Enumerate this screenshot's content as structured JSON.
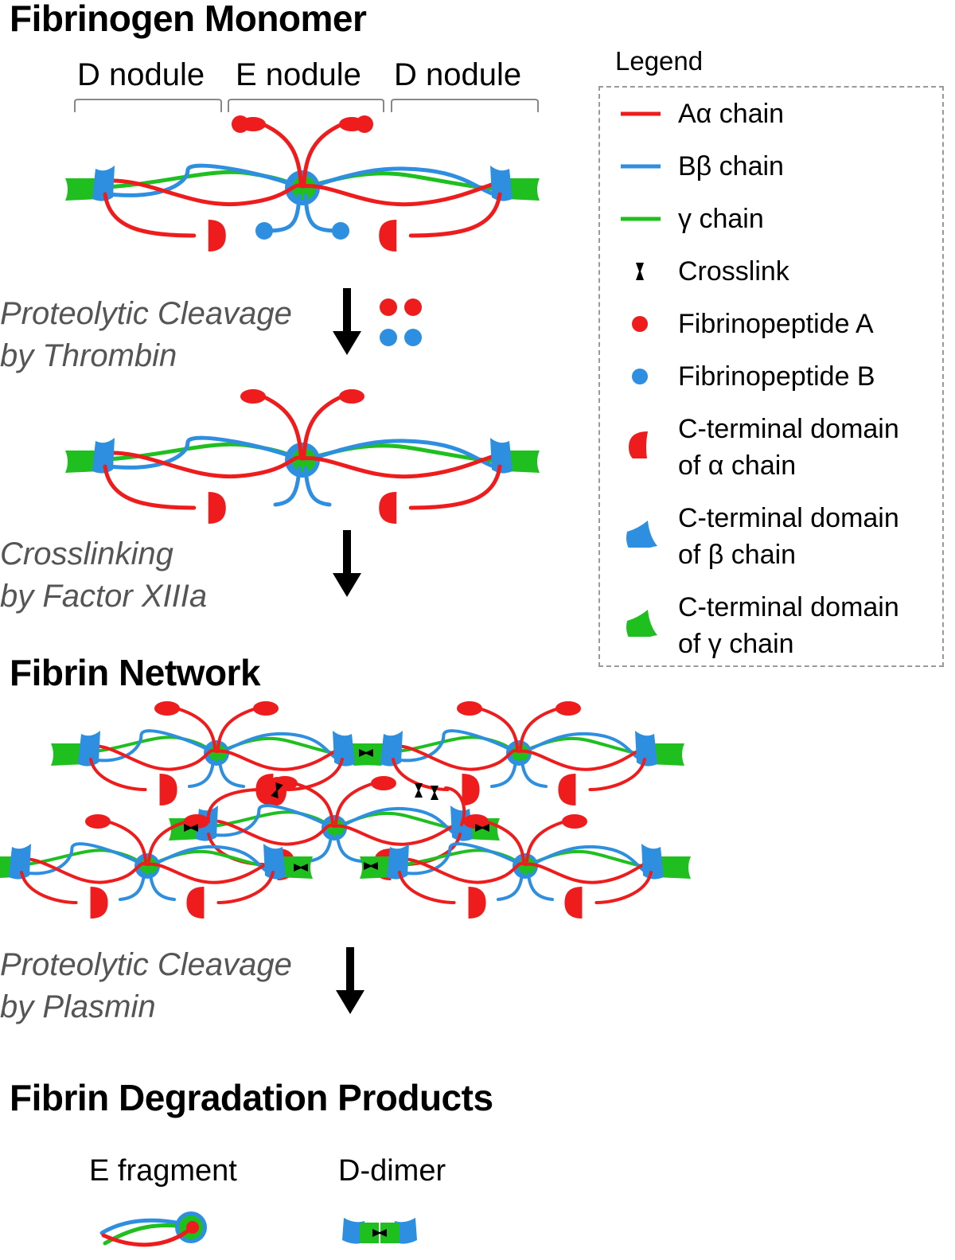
{
  "colors": {
    "alpha": "#ee1c1c",
    "beta": "#2e8fe0",
    "gamma": "#1fbf1f",
    "crosslink": "#000000",
    "arrow": "#000000",
    "legend_border": "#9a9a9a",
    "step_text": "#555555"
  },
  "sections": {
    "monomer_title": "Fibrinogen Monomer",
    "network_title": "Fibrin Network",
    "products_title": "Fibrin Degradation Products"
  },
  "nodules": [
    "D nodule",
    "E nodule",
    "D nodule"
  ],
  "steps": [
    {
      "line1": "Proteolytic Cleavage",
      "line2": "by Thrombin",
      "released": [
        "Fibrinopeptide A",
        "Fibrinopeptide A",
        "Fibrinopeptide B",
        "Fibrinopeptide B"
      ]
    },
    {
      "line1": "Crosslinking",
      "line2": "by Factor XIIIa"
    },
    {
      "line1": "Proteolytic Cleavage",
      "line2": "by Plasmin"
    }
  ],
  "products": [
    {
      "label": "E fragment"
    },
    {
      "label": "D-dimer"
    }
  ],
  "legend": {
    "title": "Legend",
    "items": [
      {
        "symbol": "line-red",
        "lines": [
          "Aα chain"
        ]
      },
      {
        "symbol": "line-blue",
        "lines": [
          "Bβ chain"
        ]
      },
      {
        "symbol": "line-green",
        "lines": [
          "γ chain"
        ]
      },
      {
        "symbol": "crosslink-icon",
        "lines": [
          "Crosslink"
        ]
      },
      {
        "symbol": "dot-red",
        "lines": [
          "Fibrinopeptide A"
        ]
      },
      {
        "symbol": "dot-blue",
        "lines": [
          "Fibrinopeptide B"
        ]
      },
      {
        "symbol": "half-disc-red",
        "lines": [
          "C-terminal domain",
          "of α chain"
        ]
      },
      {
        "symbol": "block-blue",
        "lines": [
          "C-terminal domain",
          "of β chain"
        ]
      },
      {
        "symbol": "block-green",
        "lines": [
          "C-terminal domain",
          "of γ chain"
        ]
      }
    ]
  }
}
